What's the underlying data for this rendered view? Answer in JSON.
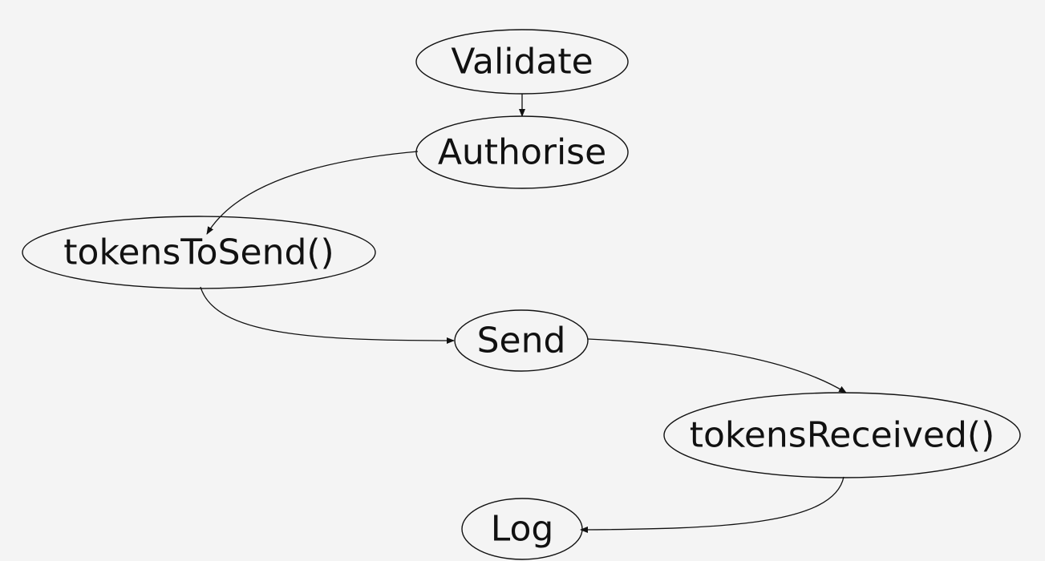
{
  "diagram": {
    "nodes": [
      {
        "id": "validate",
        "label": "Validate"
      },
      {
        "id": "authorise",
        "label": "Authorise"
      },
      {
        "id": "tokens_to_send",
        "label": "tokensToSend()"
      },
      {
        "id": "send",
        "label": "Send"
      },
      {
        "id": "tokens_received",
        "label": "tokensReceived()"
      },
      {
        "id": "log",
        "label": "Log"
      }
    ],
    "edges": [
      {
        "from": "validate",
        "to": "authorise"
      },
      {
        "from": "authorise",
        "to": "tokens_to_send"
      },
      {
        "from": "tokens_to_send",
        "to": "send"
      },
      {
        "from": "send",
        "to": "tokens_received"
      },
      {
        "from": "tokens_received",
        "to": "log"
      }
    ],
    "colors": {
      "background": "#f4f4f4",
      "stroke": "#111111",
      "text": "#111111"
    }
  }
}
